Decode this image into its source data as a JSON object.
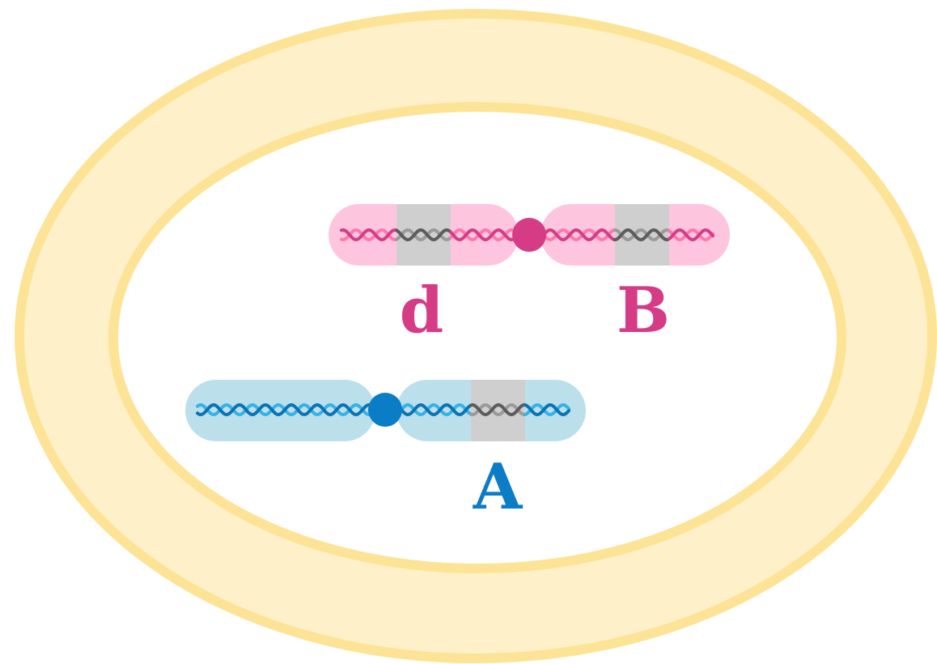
{
  "colors": {
    "cell_fill": "#fef0c9",
    "cell_stroke": "#fde396",
    "nucleus_fill": "#ffffff",
    "pink_body": "#fec6de",
    "pink_strand_dark": "#d63c86",
    "pink_strand_light": "#ff78ad",
    "pink_centromere": "#d63c86",
    "blue_body": "#bce0eb",
    "blue_strand_dark": "#0a73b5",
    "blue_strand_light": "#35b2e6",
    "blue_centromere": "#0a7dc6",
    "band_fill": "#cfcfcf",
    "band_strand_dark": "#5c5c5c",
    "band_strand_light": "#9a9a9a"
  },
  "diagram": {
    "chromosomes": [
      {
        "id": "pink",
        "color_scheme": "pink",
        "alleles": [
          {
            "label": "d",
            "arm": "left"
          },
          {
            "label": "B",
            "arm": "right"
          }
        ]
      },
      {
        "id": "blue",
        "color_scheme": "blue",
        "alleles": [
          {
            "label": "A",
            "arm": "right"
          }
        ]
      }
    ]
  }
}
